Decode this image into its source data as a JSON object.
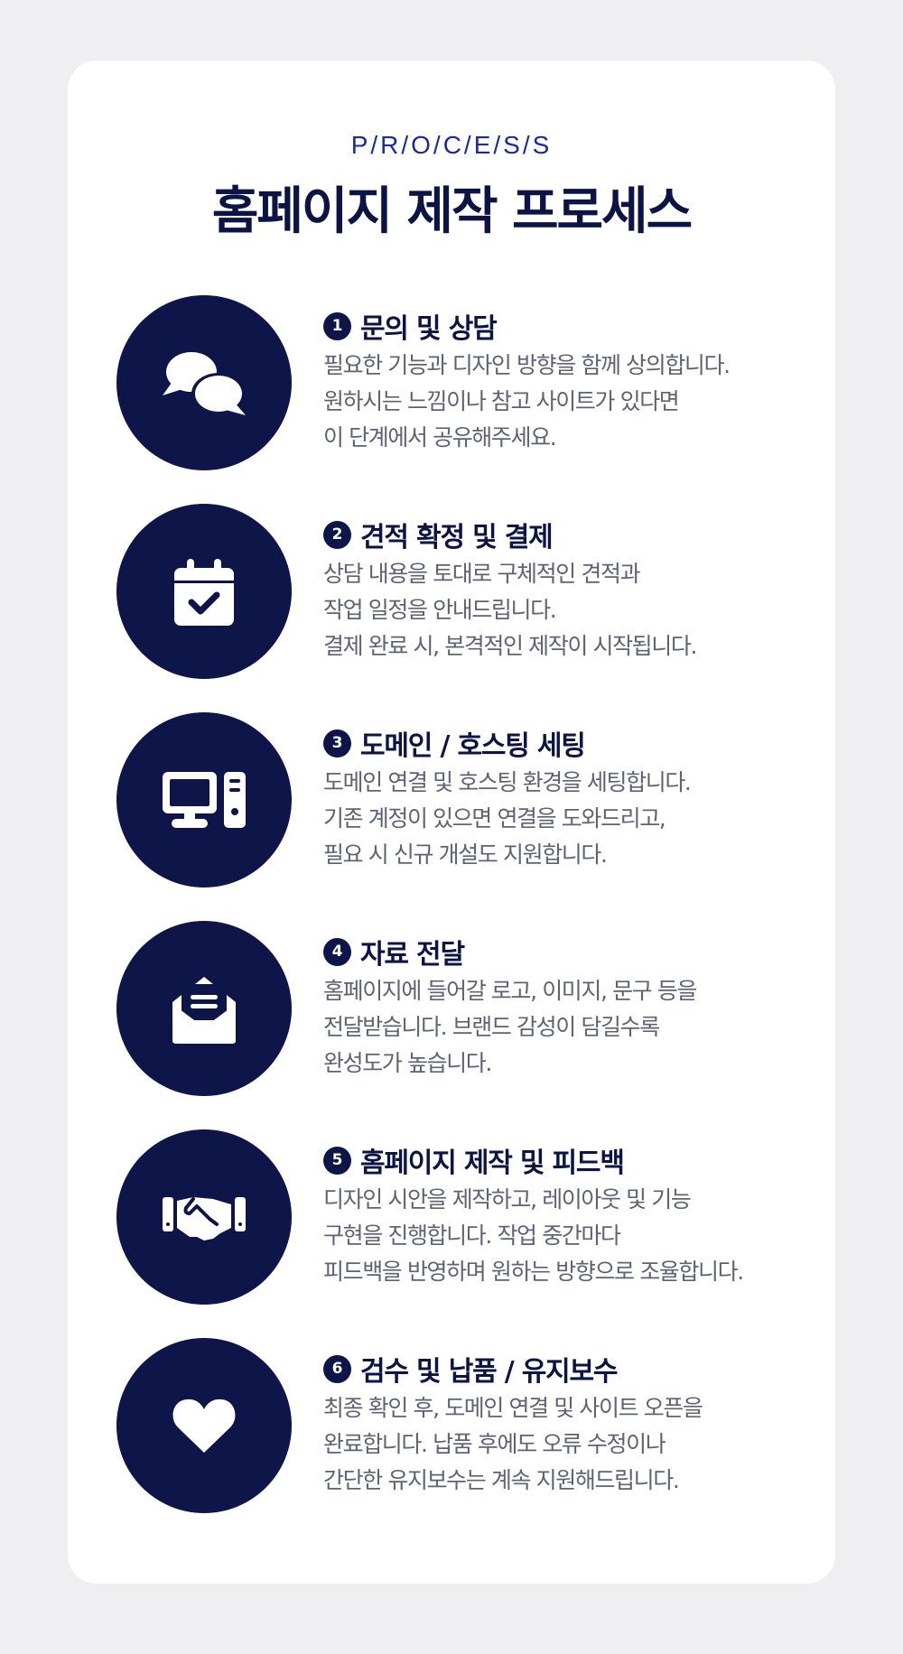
{
  "header": {
    "eyebrow": "P/R/O/C/E/S/S",
    "title": "홈페이지 제작 프로세스"
  },
  "colors": {
    "page_background": "#efeff2",
    "card_background": "#ffffff",
    "navy": "#0d1549",
    "eyebrow_blue": "#1b2a9c",
    "body_text": "#5e6276"
  },
  "steps": [
    {
      "number": "1",
      "icon": "chat-bubbles-icon",
      "title": "문의 및 상담",
      "lines": [
        "필요한 기능과 디자인 방향을 함께 상의합니다.",
        "원하시는 느낌이나 참고 사이트가 있다면",
        "이 단계에서 공유해주세요."
      ]
    },
    {
      "number": "2",
      "icon": "calendar-check-icon",
      "title": "견적 확정 및 결제",
      "lines": [
        "상담 내용을 토대로 구체적인 견적과",
        "작업 일정을 안내드립니다.",
        "결제 완료 시, 본격적인 제작이 시작됩니다."
      ]
    },
    {
      "number": "3",
      "icon": "desktop-computer-icon",
      "title": "도메인 / 호스팅 세팅",
      "lines": [
        "도메인 연결 및 호스팅 환경을 세팅합니다.",
        "기존 계정이 있으면 연결을 도와드리고,",
        "필요 시 신규 개설도 지원합니다."
      ]
    },
    {
      "number": "4",
      "icon": "envelope-open-text-icon",
      "title": "자료 전달",
      "lines": [
        "홈페이지에 들어갈 로고, 이미지, 문구 등을",
        "전달받습니다.  브랜드 감성이 담길수록",
        "완성도가 높습니다."
      ]
    },
    {
      "number": "5",
      "icon": "handshake-icon",
      "title": "홈페이지 제작 및 피드백",
      "lines": [
        "디자인 시안을 제작하고, 레이아웃 및 기능",
        "구현을 진행합니다. 작업 중간마다",
        "피드백을 반영하며 원하는 방향으로 조율합니다."
      ]
    },
    {
      "number": "6",
      "icon": "heart-icon",
      "title": "검수 및 납품 / 유지보수",
      "lines": [
        "최종 확인 후, 도메인 연결 및 사이트 오픈을",
        "완료합니다. 납품 후에도 오류 수정이나",
        "간단한 유지보수는 계속 지원해드립니다."
      ]
    }
  ]
}
